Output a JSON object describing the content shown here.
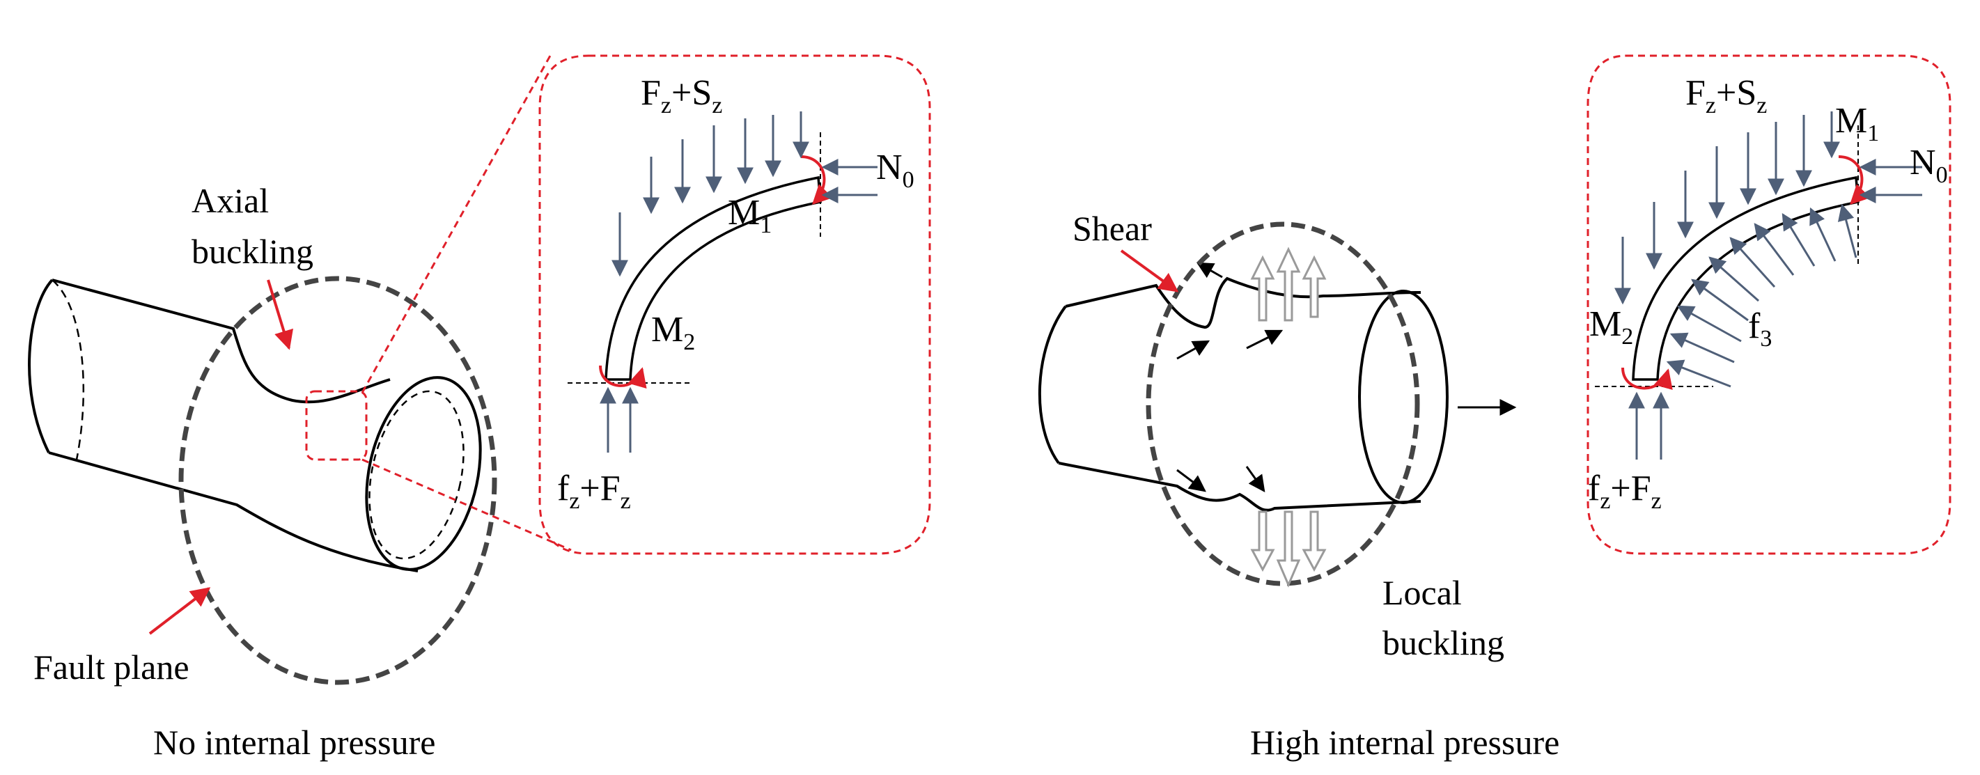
{
  "left_panel": {
    "caption": "No internal pressure",
    "label_axial_line1": "Axial",
    "label_axial_line2": "buckling",
    "label_fault_plane": "Fault plane",
    "inset": {
      "top_force": {
        "a": "F",
        "a_sub": "z",
        "op": "+",
        "b": "S",
        "b_sub": "z"
      },
      "bottom_force": {
        "a": "f",
        "a_sub": "z",
        "op": "+",
        "b": "F",
        "b_sub": "z"
      },
      "axial": {
        "main": "N",
        "sub": "0"
      },
      "moment1": {
        "main": "M",
        "sub": "1"
      },
      "moment2": {
        "main": "M",
        "sub": "2"
      }
    }
  },
  "right_panel": {
    "caption": "High internal pressure",
    "label_shear": "Shear",
    "label_local_line1": "Local",
    "label_local_line2": "buckling",
    "inset": {
      "top_force": {
        "a": "F",
        "a_sub": "z",
        "op": "+",
        "b": "S",
        "b_sub": "z"
      },
      "bottom_force": {
        "a": "f",
        "a_sub": "z",
        "op": "+",
        "b": "F",
        "b_sub": "z"
      },
      "axial": {
        "main": "N",
        "sub": "0"
      },
      "moment1": {
        "main": "M",
        "sub": "1"
      },
      "moment2": {
        "main": "M",
        "sub": "2"
      },
      "pressure": {
        "main": "f",
        "sub": "3"
      }
    }
  },
  "colors": {
    "line": "#000000",
    "arrow": "#4f5f78",
    "accent": "#e0202a",
    "dash": "#444444",
    "hollow": "#9a9a9a"
  }
}
